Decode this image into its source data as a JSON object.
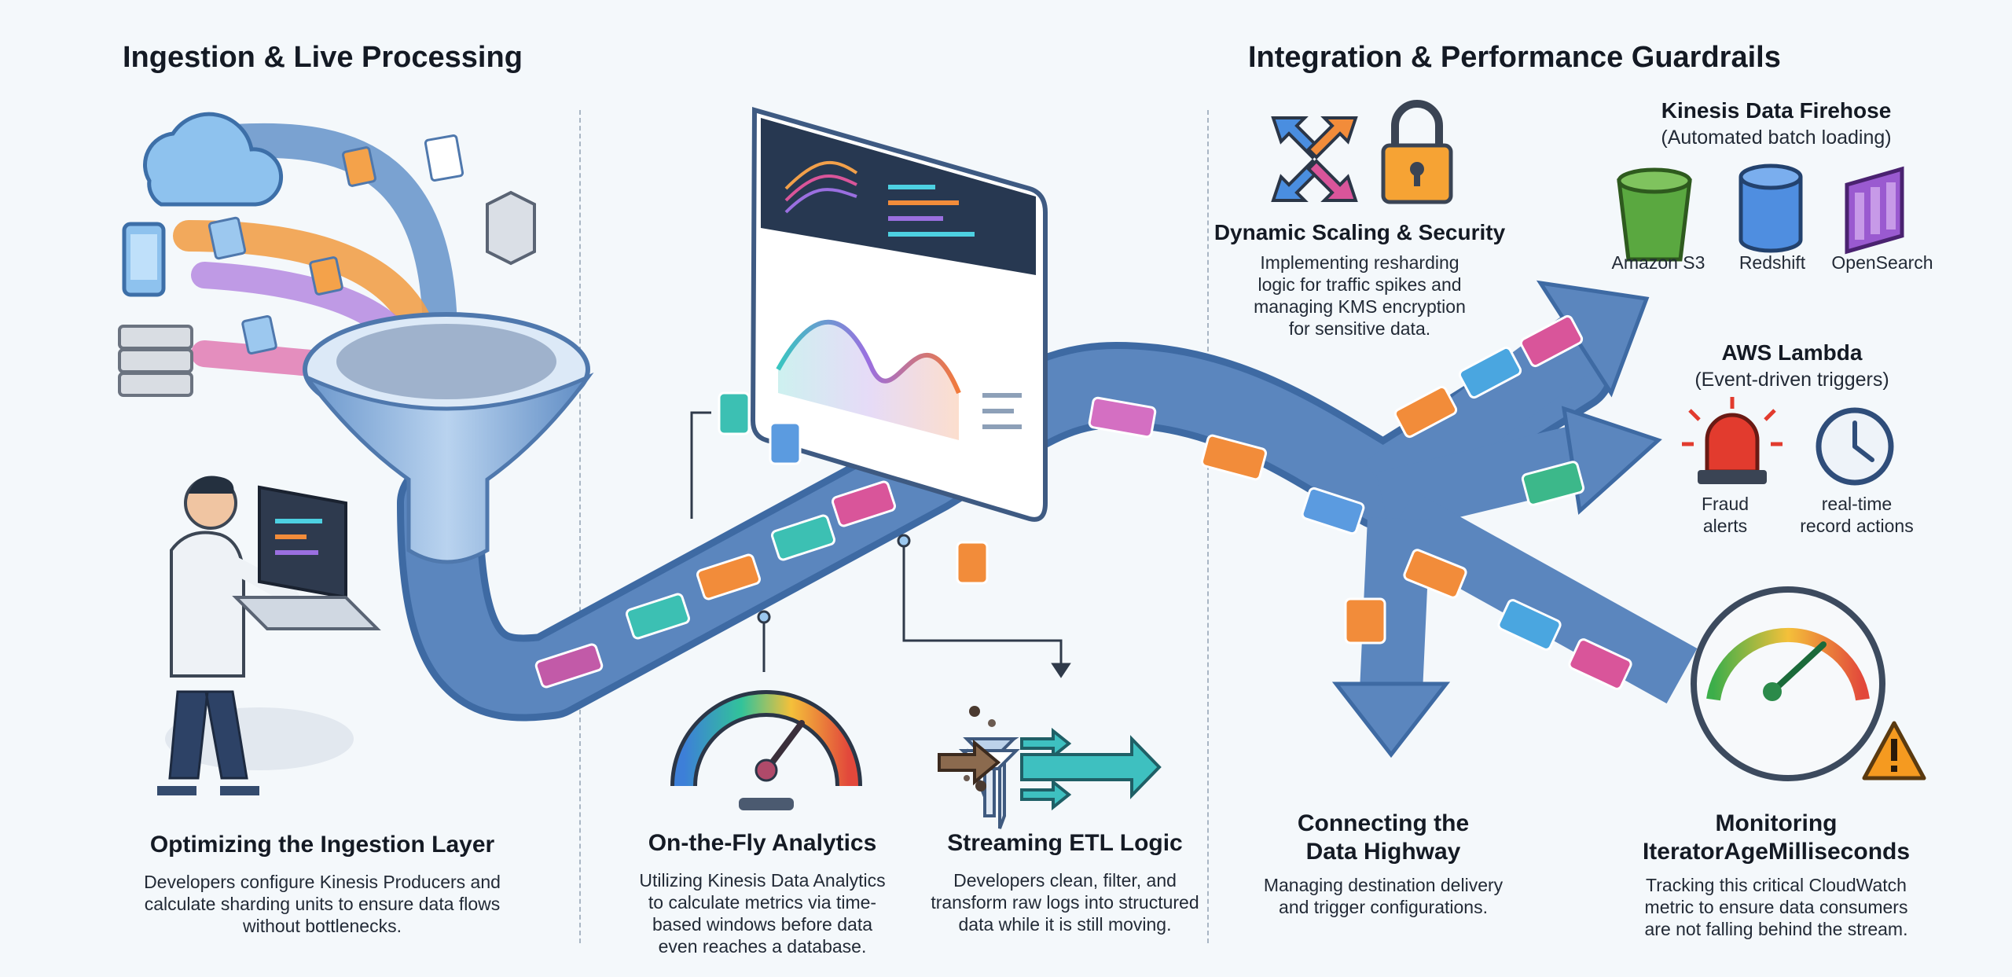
{
  "sections": {
    "left_title": "Ingestion & Live Processing",
    "right_title": "Integration & Performance Guardrails"
  },
  "ingestion": {
    "title": "Optimizing the Ingestion Layer",
    "body_lines": [
      "Developers configure Kinesis Producers and",
      "calculate sharding units to ensure data flows",
      "without bottlenecks."
    ]
  },
  "analytics": {
    "title": "On-the-Fly Analytics",
    "body_lines": [
      "Utilizing Kinesis Data Analytics",
      "to calculate metrics via time-",
      "based windows before data",
      "even reaches a database."
    ]
  },
  "etl": {
    "title": "Streaming ETL Logic",
    "body_lines": [
      "Developers clean, filter, and",
      "transform raw logs into structured",
      "data while it is still moving."
    ]
  },
  "scaling": {
    "title": "Dynamic Scaling & Security",
    "body_lines": [
      "Implementing resharding",
      "logic for traffic spikes and",
      "managing KMS encryption",
      "for sensitive data."
    ]
  },
  "firehose": {
    "title": "Kinesis Data Firehose",
    "subtitle": "(Automated batch loading)",
    "targets": [
      "Amazon S3",
      "Redshift",
      "OpenSearch"
    ]
  },
  "lambda": {
    "title": "AWS Lambda",
    "subtitle": "(Event-driven triggers)",
    "fraud_lines": [
      "Fraud",
      "alerts"
    ],
    "realtime_lines": [
      "real-time",
      "record actions"
    ]
  },
  "highway": {
    "title_lines": [
      "Connecting the",
      "Data Highway"
    ],
    "body_lines": [
      "Managing destination delivery",
      "and trigger configurations."
    ]
  },
  "monitoring": {
    "title_lines": [
      "Monitoring",
      "IteratorAgeMilliseconds"
    ],
    "body_lines": [
      "Tracking this critical CloudWatch",
      "metric to ensure data consumers",
      "are not falling behind the stream."
    ]
  },
  "colors": {
    "road": "#5b86be",
    "road_edge": "#3e6aa3",
    "funnel": "#8fb6e0",
    "orange": "#f28c3a",
    "pink": "#d9559a",
    "teal": "#3cc0b3",
    "green": "#49a851",
    "alert_red": "#e23b2e"
  },
  "icons": [
    "cloud-icon",
    "phone-icon",
    "server-icon",
    "document-icon",
    "lock-icon",
    "resize-arrows-icon",
    "bucket-icon",
    "database-icon",
    "opensearch-icon",
    "siren-icon",
    "clock-icon",
    "gauge-icon",
    "warning-icon",
    "filter-icon",
    "laptop-icon",
    "developer-figure"
  ]
}
